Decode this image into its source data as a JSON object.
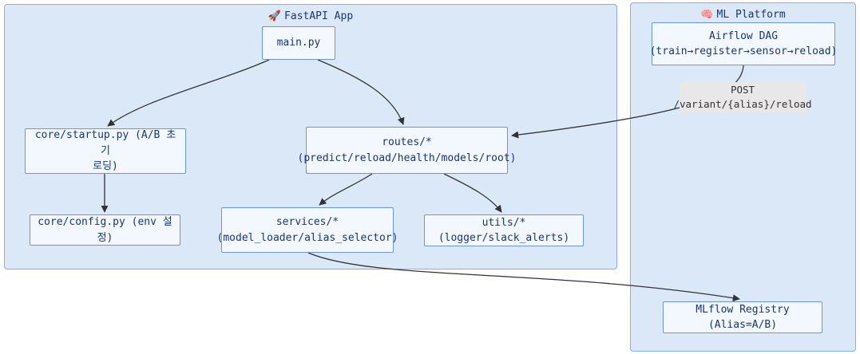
{
  "colors": {
    "cluster_fill": "#dbe8f8",
    "cluster_border": "#8aaedd",
    "node_fill": "#f2f8fe",
    "node_border": "#6b98d4",
    "node_text": "#17357c",
    "edge_stroke": "#333333",
    "edge_label_bg": "#e8e8e8"
  },
  "clusters": {
    "fastapi": {
      "icon": "🚀",
      "title": "FastAPI App"
    },
    "ml_platform": {
      "icon": "🧠",
      "title": "ML Platform"
    }
  },
  "nodes": {
    "main_py": {
      "label": "main.py"
    },
    "startup": {
      "line1": "core/startup.py (A/B 초기",
      "line2": "로딩)"
    },
    "config": {
      "label": "core/config.py (env 설정)"
    },
    "routes": {
      "line1": "routes/*",
      "line2": "(predict/reload/health/models/root)"
    },
    "services": {
      "line1": "services/*",
      "line2": "(model_loader/alias_selector)"
    },
    "utils": {
      "label": "utils/* (logger/slack_alerts)"
    },
    "airflow_dag": {
      "line1": "Airflow DAG",
      "line2": "(train→register→sensor→reload)"
    },
    "mlflow_registry": {
      "label": "MLflow Registry (Alias=A/B)"
    }
  },
  "edge_labels": {
    "post_reload": {
      "line1": "POST",
      "line2": "/variant/{alias}/reload"
    }
  }
}
